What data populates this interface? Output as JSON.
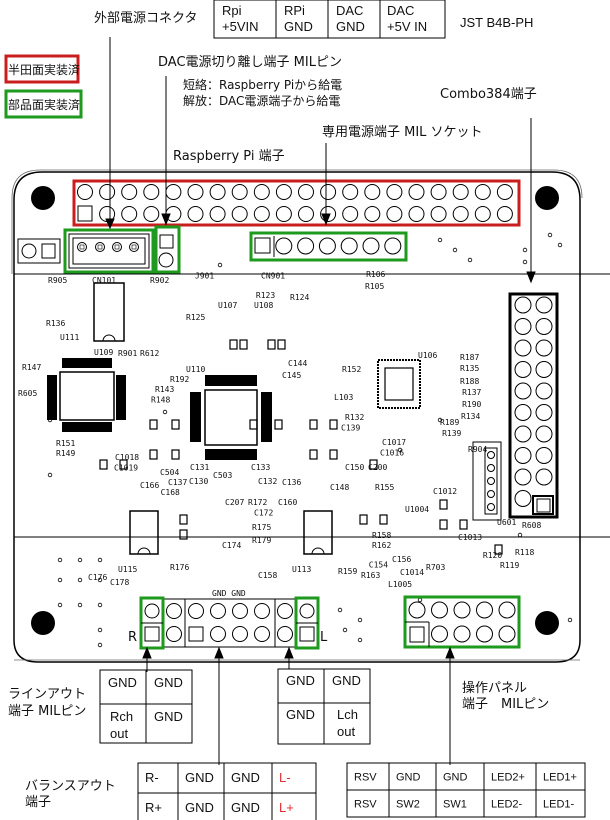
{
  "legend": {
    "solder_side": "半田面実装済",
    "component_side": "部品面実装済"
  },
  "colors": {
    "solder_side": "#c81e1e",
    "component_side": "#1e9a1e",
    "balance_l": "#e03030"
  },
  "annotations": {
    "ext_power": "外部電源コネクタ",
    "dac_jumper": "DAC電源切り離し端子 MILピン",
    "note_short": "短絡：Raspberry Piから給電",
    "note_open": "解放：DAC電源端子から給電",
    "combo384": "Combo384端子",
    "dedicated_power": "専用電源端子 MIL ソケット",
    "rpi_header": "Raspberry Pi 端子",
    "lineout_1": "ラインアウト",
    "lineout_2": "端子 MILピン",
    "balance_1": "バランスアウト",
    "balance_2": "端子",
    "panel_1": "操作パネル",
    "panel_2": "端子　MILピン",
    "r_mark": "R",
    "l_mark": "L",
    "gnd_gnd": "GND GND"
  },
  "jst_table": {
    "connector": "JST B4B-PH",
    "cells": [
      [
        "Rpi",
        "+5VIN"
      ],
      [
        "RPi",
        "GND"
      ],
      [
        "DAC",
        "GND"
      ],
      [
        "DAC",
        "+5V IN"
      ]
    ]
  },
  "lineout_r_table": [
    [
      "GND",
      "GND"
    ],
    [
      "Rch out",
      "GND"
    ]
  ],
  "lineout_l_table": [
    [
      "GND",
      "GND"
    ],
    [
      "GND",
      "Lch out"
    ]
  ],
  "balance_table": [
    [
      "R-",
      "GND",
      "GND",
      "L-"
    ],
    [
      "R+",
      "GND",
      "GND",
      "L+"
    ]
  ],
  "panel_table": [
    [
      "RSV",
      "GND",
      "GND",
      "LED2+",
      "LED1+"
    ],
    [
      "RSV",
      "SW2",
      "SW1",
      "LED2-",
      "LED1-"
    ]
  ],
  "components": [
    "CN101",
    "J901",
    "CN901",
    "R905",
    "R902",
    "U111",
    "R136",
    "U109",
    "R901",
    "R612",
    "U110",
    "U107",
    "U108",
    "R123",
    "R124",
    "R125",
    "U106",
    "R152",
    "C144",
    "C145",
    "L103",
    "R106",
    "R105",
    "R187",
    "R135",
    "R188",
    "R137",
    "R190",
    "R134",
    "R189",
    "R139",
    "R904",
    "C1012",
    "U1004",
    "U601",
    "R608",
    "U115",
    "U113",
    "R175",
    "R179",
    "C131",
    "C133",
    "C504",
    "C503",
    "C137",
    "C130",
    "C132",
    "C136",
    "R151",
    "R149",
    "R147",
    "R605",
    "R158",
    "R162",
    "C1013",
    "C1014",
    "L1005",
    "R176",
    "R159",
    "R163",
    "C176",
    "C178",
    "C158",
    "C174",
    "R118",
    "R119",
    "R120",
    "R703",
    "C1017",
    "C1016",
    "R132",
    "C139",
    "C150",
    "C200",
    "C148",
    "R155",
    "C166",
    "C168",
    "C207",
    "R172",
    "C172",
    "C160",
    "C156",
    "C154",
    "R143",
    "R148",
    "R192",
    "C1018",
    "C1019"
  ]
}
